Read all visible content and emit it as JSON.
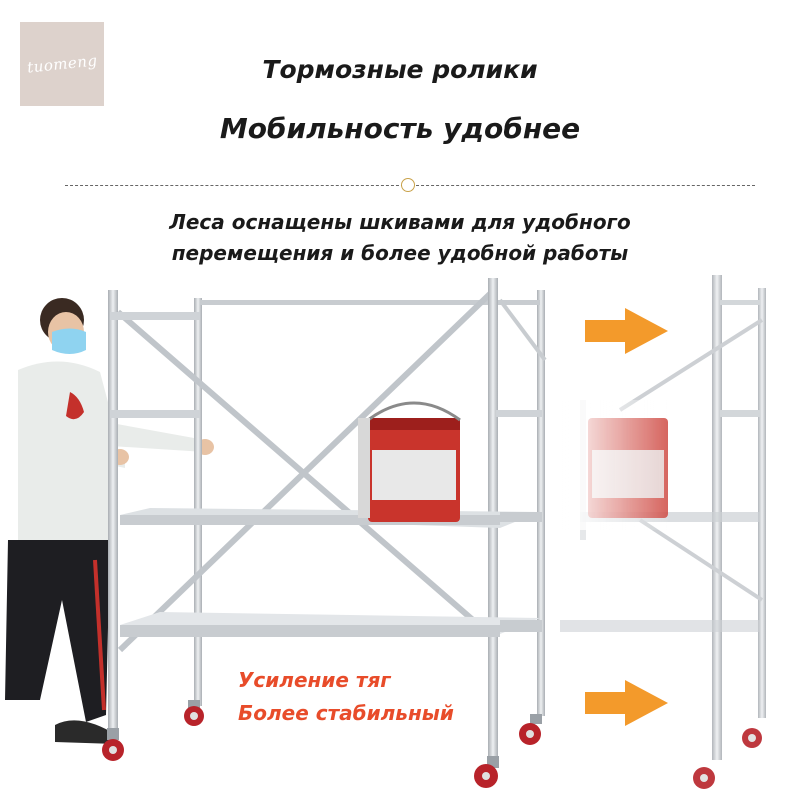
{
  "logo": {
    "text": "tuomeng"
  },
  "heading": {
    "line1": "Тормозные ролики",
    "line2": "Мобильность удобнее"
  },
  "description": {
    "line1": "Леса оснащены шкивами для удобного",
    "line2": "перемещения и более удобной работы"
  },
  "highlight": {
    "line1": "Усиление тяг",
    "line2": "Более стабильный"
  },
  "colors": {
    "accent_red": "#e84c2a",
    "arrow_orange": "#f39a2b",
    "frame_silver": "#c8ccd0",
    "wheel_red": "#b8232a"
  }
}
